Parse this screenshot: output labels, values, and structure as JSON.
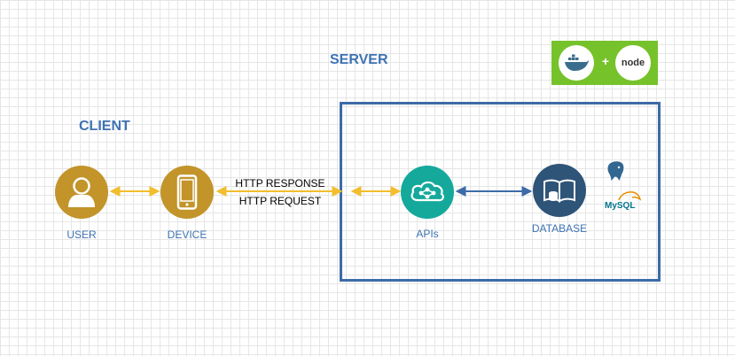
{
  "titles": {
    "server": "SERVER",
    "client": "CLIENT"
  },
  "nodes": {
    "user": {
      "label": "USER",
      "icon": "user-icon",
      "color": "#c2942a"
    },
    "device": {
      "label": "DEVICE",
      "icon": "smartphone-icon",
      "color": "#c2942a"
    },
    "apis": {
      "label": "APIs",
      "icon": "cloud-network-icon",
      "color": "#14a99b"
    },
    "database": {
      "label": "DATABASE",
      "icon": "database-book-icon",
      "color": "#2e5478"
    }
  },
  "connections": {
    "http_response": "HTTP RESPONSE",
    "http_request": "HTTP REQUEST",
    "client_arrow_color": "#f2be2e",
    "server_arrow_color": "#3c6ba8"
  },
  "tech_badge": {
    "background": "#76c22b",
    "plus": "+",
    "node_logo_text": "node",
    "docker_icon": "docker-whale-icon"
  },
  "db_logos": {
    "postgres_icon": "postgresql-elephant-icon",
    "mysql_text": "MySQL"
  }
}
